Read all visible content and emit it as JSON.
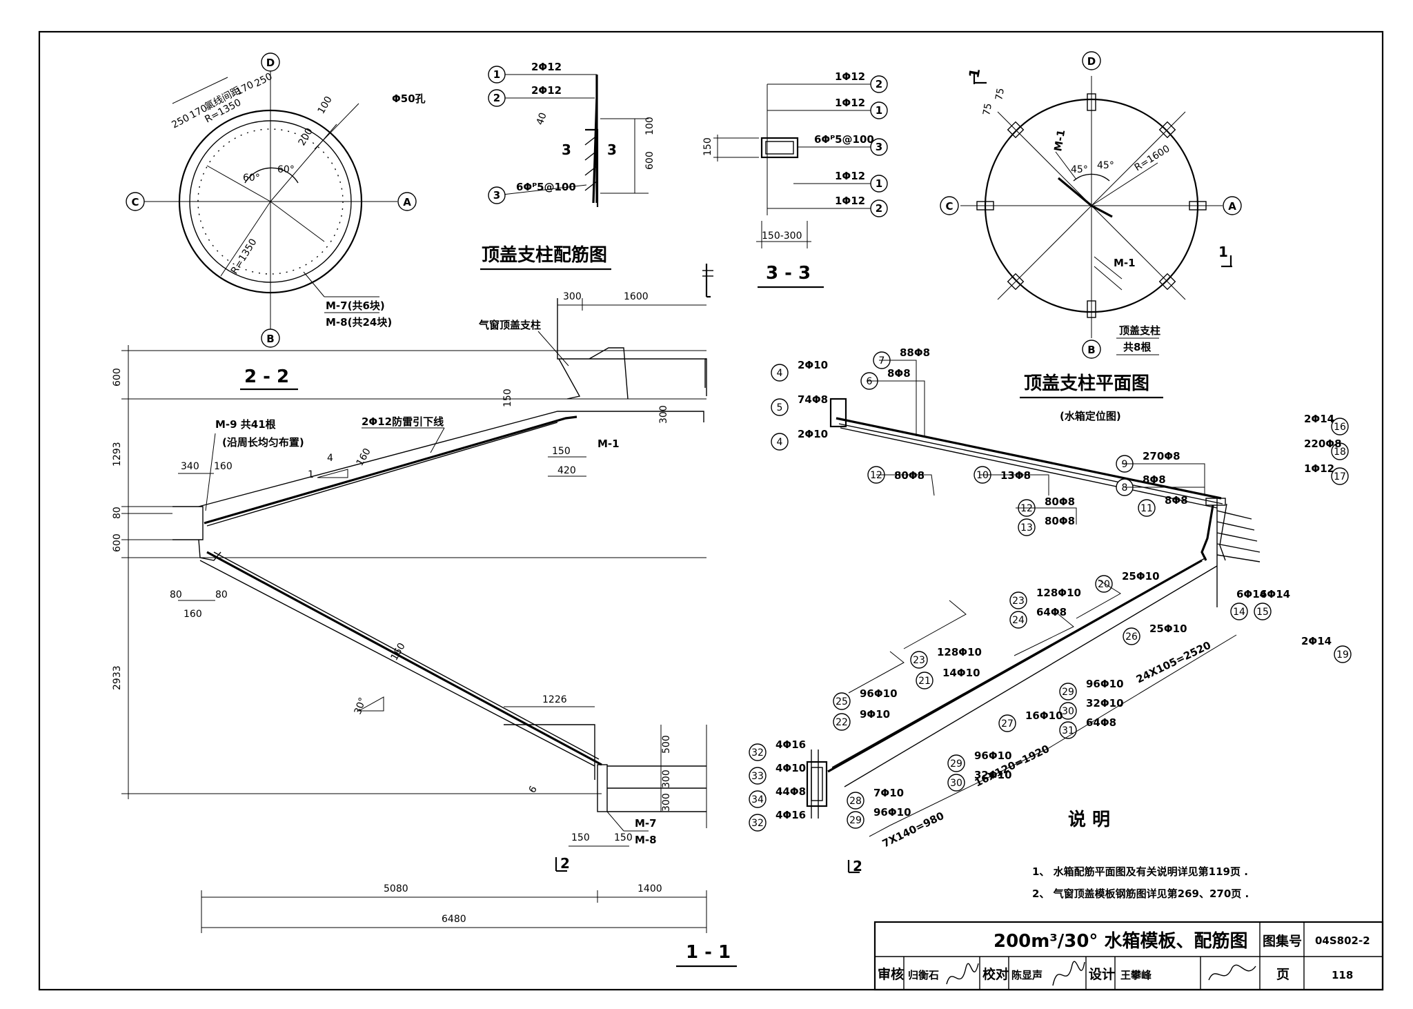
{
  "title_block": {
    "drawing_title": "200m³/30° 水箱模板、配筋图",
    "atlas_label": "图集号",
    "atlas_no": "04S802-2",
    "page_label": "页",
    "page_no": "118",
    "review_label": "审核",
    "reviewer": "归衡石",
    "check_label": "校对",
    "checker": "陈显声",
    "design_label": "设计",
    "designer": "王攀峰"
  },
  "notes": {
    "heading": "说  明",
    "items": [
      "1、 水箱配筋平面图及有关说明详见第119页 .",
      "2、 气窗顶盖模板钢筋图详见第269、270页 ."
    ]
  },
  "circle_plan_top_left": {
    "axis_labels": [
      "D",
      "A",
      "B",
      "C"
    ],
    "dims": [
      "250",
      "170",
      "氯线间距",
      "170",
      "250",
      "R=1350",
      "200",
      "100",
      "R=1350",
      "60°",
      "60°"
    ],
    "hole_label": "Φ50孔",
    "m7_label": "M-7(共6块)",
    "m8_label": "M-8(共24块)"
  },
  "column_rebar": {
    "title": "顶盖支柱配筋图",
    "callouts": [
      {
        "num": "1",
        "text": "2Φ12"
      },
      {
        "num": "2",
        "text": "2Φ12"
      },
      {
        "num": "3",
        "text": "6Φᴾ5@100"
      }
    ],
    "dims": [
      "40",
      "100",
      "600"
    ],
    "section_mark": "3"
  },
  "section_33": {
    "title": "3 - 3",
    "callouts": [
      {
        "num": "2",
        "text": "1Φ12"
      },
      {
        "num": "1",
        "text": "1Φ12"
      },
      {
        "num": "3",
        "text": "6Φᴾ5@100"
      },
      {
        "num": "1",
        "text": "1Φ12"
      },
      {
        "num": "2",
        "text": "1Φ12"
      }
    ],
    "dims": [
      "150",
      "150-300"
    ]
  },
  "column_plan": {
    "title": "顶盖支柱平面图",
    "subtitle": "(水箱定位图)",
    "axis_labels": [
      "D",
      "A",
      "B",
      "C"
    ],
    "dims": [
      "75",
      "75",
      "45°",
      "45°",
      "R=1600"
    ],
    "m1_label": "M-1",
    "column_label": "顶盖支柱",
    "column_count": "共8根",
    "section_mark": "1"
  },
  "section_11": {
    "title": "1 - 1",
    "subtitle": "2 - 2",
    "labels": {
      "vent_column": "气窗顶盖支柱",
      "lightning": "2Φ12防雷引下线",
      "m9": "M-9 共41根",
      "m9_note": "(沿周长均匀布置)",
      "m1": "M-1",
      "m7": "M-7",
      "m8": "M-8",
      "slope": "4",
      "slope_run": "1",
      "angle": "30°",
      "section_mark": "2"
    },
    "dims_top": [
      "300",
      "1600"
    ],
    "dims_left": [
      "600",
      "1293",
      "80",
      "600",
      "2933"
    ],
    "dims_misc": [
      "150",
      "300",
      "150",
      "420",
      "340",
      "160",
      "80",
      "160",
      "160",
      "80",
      "160",
      "6",
      "1226",
      "500",
      "300",
      "300",
      "150",
      "150"
    ],
    "dims_bottom": [
      "5080",
      "1400",
      "6480"
    ]
  },
  "section_22": {
    "section_mark": "2",
    "callouts": [
      {
        "num": "4",
        "text": "2Φ10"
      },
      {
        "num": "5",
        "text": "74Φ8"
      },
      {
        "num": "4",
        "text": "2Φ10"
      },
      {
        "num": "7",
        "text": "88Φ8"
      },
      {
        "num": "6",
        "text": "8Φ8"
      },
      {
        "num": "12",
        "text": "80Φ8"
      },
      {
        "num": "10",
        "text": "13Φ8"
      },
      {
        "num": "12",
        "text": "80Φ8"
      },
      {
        "num": "13",
        "text": "80Φ8"
      },
      {
        "num": "9",
        "text": "270Φ8"
      },
      {
        "num": "8",
        "text": "8Φ8"
      },
      {
        "num": "11",
        "text": "8Φ8"
      },
      {
        "num": "16",
        "text": "2Φ14"
      },
      {
        "num": "18",
        "text": "220Φ8"
      },
      {
        "num": "17",
        "text": "1Φ12"
      },
      {
        "num": "14",
        "text": "6Φ14"
      },
      {
        "num": "15",
        "text": "6Φ14"
      },
      {
        "num": "19",
        "text": "2Φ14"
      },
      {
        "num": "20",
        "text": "25Φ10"
      },
      {
        "num": "23",
        "text": "128Φ10"
      },
      {
        "num": "24",
        "text": "64Φ8"
      },
      {
        "num": "26",
        "text": "25Φ10"
      },
      {
        "num": "23",
        "text": "128Φ10"
      },
      {
        "num": "21",
        "text": "14Φ10"
      },
      {
        "num": "29",
        "text": "96Φ10"
      },
      {
        "num": "30",
        "text": "32Φ10"
      },
      {
        "num": "31",
        "text": "64Φ8"
      },
      {
        "num": "25",
        "text": "96Φ10"
      },
      {
        "num": "22",
        "text": "9Φ10"
      },
      {
        "num": "27",
        "text": "16Φ10"
      },
      {
        "num": "29",
        "text": "96Φ10"
      },
      {
        "num": "30",
        "text": "32Φ10"
      },
      {
        "num": "28",
        "text": "7Φ10"
      },
      {
        "num": "29",
        "text": "96Φ10"
      },
      {
        "num": "32",
        "text": "4Φ16"
      },
      {
        "num": "33",
        "text": "4Φ10"
      },
      {
        "num": "34",
        "text": "44Φ8"
      },
      {
        "num": "32",
        "text": "4Φ16"
      }
    ],
    "spacing_1": "24X105=2520",
    "spacing_2": "16X120=1920",
    "spacing_3": "7X140=980"
  }
}
